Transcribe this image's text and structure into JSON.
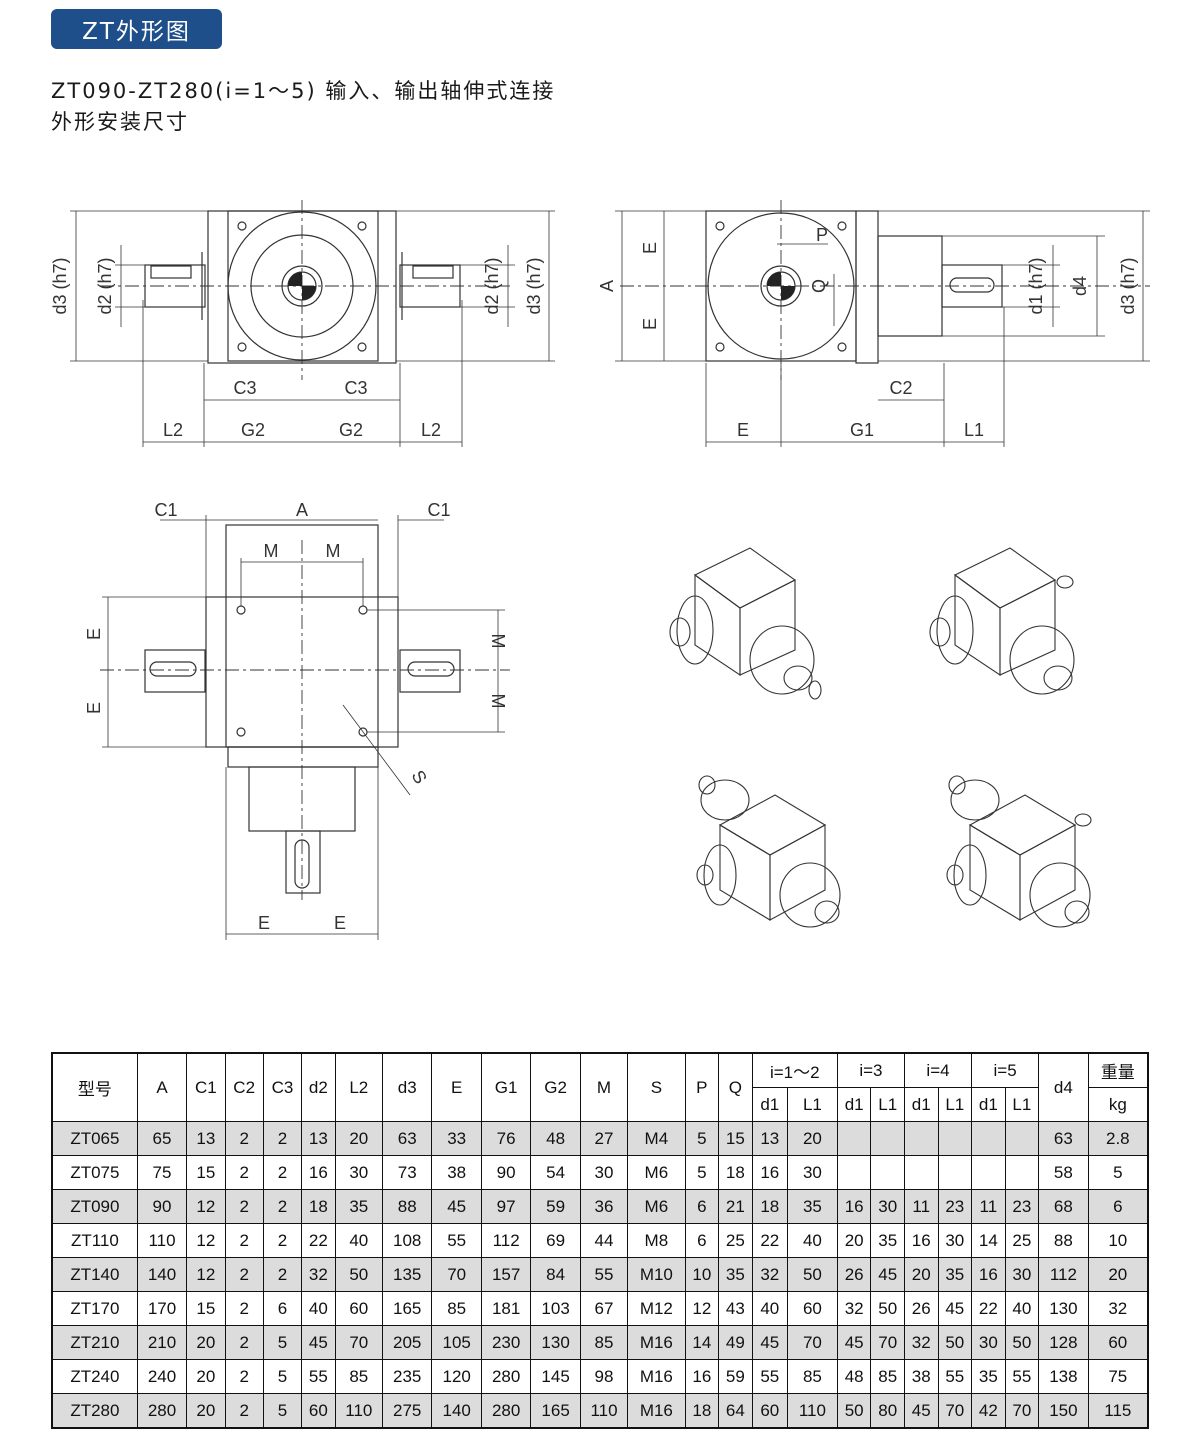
{
  "header": {
    "badge": "ZT外形图",
    "line1": "ZT090-ZT280(i=1～5) 输入、输出轴伸式连接",
    "line2": "外形安装尺寸"
  },
  "drawing_labels": {
    "d3": "d3 (h7)",
    "d2": "d2 (h7)",
    "d1": "d1 (h7)",
    "d4": "d4",
    "A": "A",
    "E": "E",
    "P": "P",
    "Q": "Q",
    "C1": "C1",
    "C2": "C2",
    "C3": "C3",
    "G1": "G1",
    "G2": "G2",
    "L1": "L1",
    "L2": "L2",
    "M": "M",
    "S": "S"
  },
  "table": {
    "headers": [
      "型号",
      "A",
      "C1",
      "C2",
      "C3",
      "d2",
      "L2",
      "d3",
      "E",
      "G1",
      "G2",
      "M",
      "S",
      "P",
      "Q"
    ],
    "ratio_groups": [
      "i=1～2",
      "i=3",
      "i=4",
      "i=5"
    ],
    "sub_headers": [
      "d1",
      "L1"
    ],
    "d4_header": "d4",
    "weight_header": "重量",
    "weight_unit": "kg",
    "rows": [
      [
        "ZT065",
        "65",
        "13",
        "2",
        "2",
        "13",
        "20",
        "63",
        "33",
        "76",
        "48",
        "27",
        "M4",
        "5",
        "15",
        "13",
        "20",
        "",
        "",
        "",
        "",
        "",
        "",
        "63",
        "2.8"
      ],
      [
        "ZT075",
        "75",
        "15",
        "2",
        "2",
        "16",
        "30",
        "73",
        "38",
        "90",
        "54",
        "30",
        "M6",
        "5",
        "18",
        "16",
        "30",
        "",
        "",
        "",
        "",
        "",
        "",
        "58",
        "5"
      ],
      [
        "ZT090",
        "90",
        "12",
        "2",
        "2",
        "18",
        "35",
        "88",
        "45",
        "97",
        "59",
        "36",
        "M6",
        "6",
        "21",
        "18",
        "35",
        "16",
        "30",
        "11",
        "23",
        "11",
        "23",
        "68",
        "6"
      ],
      [
        "ZT110",
        "110",
        "12",
        "2",
        "2",
        "22",
        "40",
        "108",
        "55",
        "112",
        "69",
        "44",
        "M8",
        "6",
        "25",
        "22",
        "40",
        "20",
        "35",
        "16",
        "30",
        "14",
        "25",
        "88",
        "10"
      ],
      [
        "ZT140",
        "140",
        "12",
        "2",
        "2",
        "32",
        "50",
        "135",
        "70",
        "157",
        "84",
        "55",
        "M10",
        "10",
        "35",
        "32",
        "50",
        "26",
        "45",
        "20",
        "35",
        "16",
        "30",
        "112",
        "20"
      ],
      [
        "ZT170",
        "170",
        "15",
        "2",
        "6",
        "40",
        "60",
        "165",
        "85",
        "181",
        "103",
        "67",
        "M12",
        "12",
        "43",
        "40",
        "60",
        "32",
        "50",
        "26",
        "45",
        "22",
        "40",
        "130",
        "32"
      ],
      [
        "ZT210",
        "210",
        "20",
        "2",
        "5",
        "45",
        "70",
        "205",
        "105",
        "230",
        "130",
        "85",
        "M16",
        "14",
        "49",
        "45",
        "70",
        "45",
        "70",
        "32",
        "50",
        "30",
        "50",
        "128",
        "60"
      ],
      [
        "ZT240",
        "240",
        "20",
        "2",
        "5",
        "55",
        "85",
        "235",
        "120",
        "280",
        "145",
        "98",
        "M16",
        "16",
        "59",
        "55",
        "85",
        "48",
        "85",
        "38",
        "55",
        "35",
        "55",
        "138",
        "75"
      ],
      [
        "ZT280",
        "280",
        "20",
        "2",
        "5",
        "60",
        "110",
        "275",
        "140",
        "280",
        "165",
        "110",
        "M16",
        "18",
        "64",
        "60",
        "110",
        "50",
        "80",
        "45",
        "70",
        "42",
        "70",
        "150",
        "115"
      ]
    ]
  }
}
